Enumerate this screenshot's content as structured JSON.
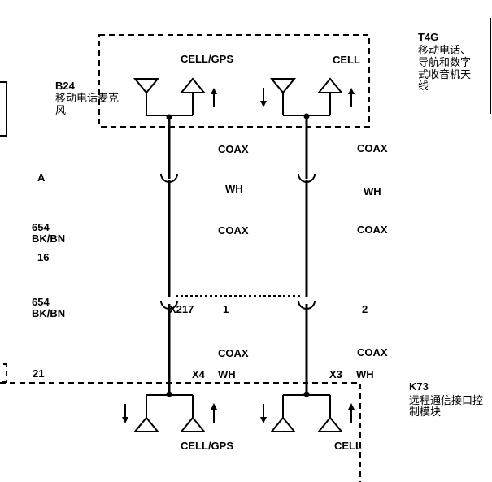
{
  "top_module": {
    "ant_left_label": "CELL/GPS",
    "ant_right_label": "CELL",
    "code": "T4G",
    "name_lines": [
      "移动电话、",
      "导航和数字",
      "式收音机天",
      "线"
    ]
  },
  "mic": {
    "code": "B24",
    "name_lines": [
      "移动电话麦克",
      "风"
    ]
  },
  "left_side": {
    "conn_a": "A",
    "wire1_num": "654",
    "wire1_color": "BK/BN",
    "pin_16": "16",
    "wire2_num": "654",
    "wire2_color": "BK/BN",
    "pin_21": "21"
  },
  "wires": {
    "coax_l1": "COAX",
    "coax_r1": "COAX",
    "wh_l1": "WH",
    "wh_r1": "WH",
    "coax_l2": "COAX",
    "coax_r2": "COAX",
    "conn_x217": "X217",
    "pin_1": "1",
    "pin_2": "2",
    "coax_l3": "COAX",
    "coax_r3": "COAX",
    "conn_x4": "X4",
    "wh_l2": "WH",
    "conn_x3": "X3",
    "wh_r2": "WH"
  },
  "bottom_module": {
    "code": "K73",
    "name_lines": [
      "远程通信接口控",
      "制模块"
    ],
    "ant_left_label": "CELL/GPS",
    "ant_right_label": "CELL"
  }
}
